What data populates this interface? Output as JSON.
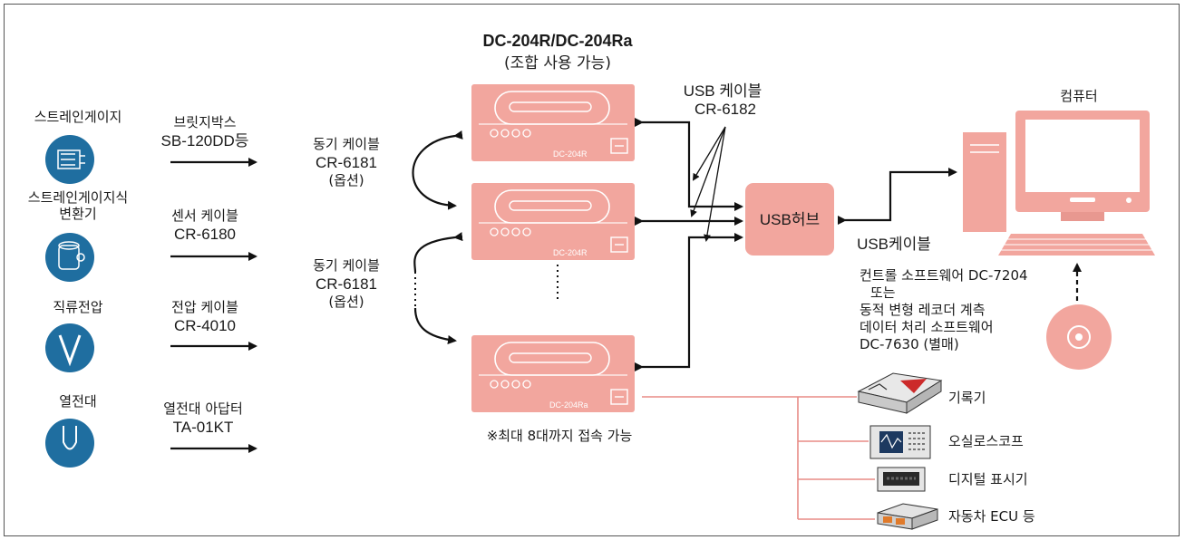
{
  "colors": {
    "device": "#f2a69e",
    "device_dark": "#e07f76",
    "sensor": "#1f6ea0",
    "hub": "#f2a69e",
    "line": "#e88b85",
    "arrow": "#111111"
  },
  "devices": {
    "title": "DC-204R/DC-204Ra",
    "subtitle": "(조합 사용 가능)",
    "labels": [
      "DC-204R",
      "DC-204R",
      "DC-204Ra"
    ],
    "note": "※최대 8대까지 접속 가능"
  },
  "sensors": [
    {
      "name": "스트레인게이지",
      "icon": "strain-gauge-icon",
      "cable": "브릿지박스",
      "cable_model": "SB-120DD등"
    },
    {
      "name": "스트레인게이지식\n변환기",
      "icon": "transducer-icon",
      "cable": "센서 케이블",
      "cable_model": "CR-6180"
    },
    {
      "name": "직류전압",
      "icon": "voltage-icon",
      "cable": "전압 케이블",
      "cable_model": "CR-4010"
    },
    {
      "name": "열전대",
      "icon": "thermocouple-icon",
      "cable": "열전대 아답터",
      "cable_model": "TA-01KT"
    }
  ],
  "sync_cables": [
    {
      "label": "동기 케이블",
      "model": "CR-6181",
      "option": "(옵션)"
    },
    {
      "label": "동기 케이블",
      "model": "CR-6181",
      "option": "(옵션)"
    }
  ],
  "usb_cable": {
    "label": "USB 케이블",
    "model": "CR-6182"
  },
  "hub": {
    "label": "USB허브"
  },
  "hub_cable": {
    "label": "USB케이블"
  },
  "computer": {
    "label": "컴퓨터",
    "icon": "computer-icon"
  },
  "software": {
    "line1": "컨트롤 소프트웨어 DC-7204",
    "line2": "또는",
    "line3": "동적 변형 레코더 계측",
    "line4": "데이터 처리 소프트웨어",
    "line5": "DC-7630 (별매)",
    "icon": "cd-disc-icon"
  },
  "outputs": [
    {
      "label": "기록기",
      "icon": "recorder-icon"
    },
    {
      "label": "오실로스코프",
      "icon": "oscilloscope-icon"
    },
    {
      "label": "디지털 표시기",
      "icon": "digital-display-icon"
    },
    {
      "label": "자동차 ECU 등",
      "icon": "ecu-icon"
    }
  ]
}
